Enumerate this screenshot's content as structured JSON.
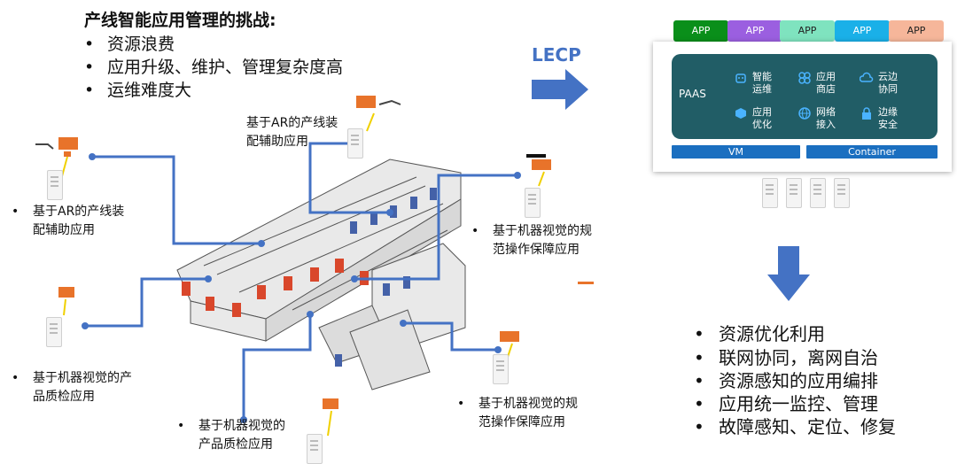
{
  "left": {
    "title": "产线智能应用管理的挑战:",
    "bullets": [
      "资源浪费",
      "应用升级、维护、管理复杂度高",
      "运维难度大"
    ]
  },
  "annotations": {
    "ar_top": [
      "基于AR的产线装",
      "配辅助应用"
    ],
    "ar_left": [
      "基于AR的产线装",
      "配辅助应用"
    ],
    "mv_spec_right": [
      "基于机器视觉的规",
      "范操作保障应用"
    ],
    "mv_quality_left": [
      "基于机器视觉的产",
      "品质检应用"
    ],
    "mv_quality_bottom": [
      "基于机器视觉的",
      "产品质检应用"
    ],
    "mv_spec_bottom": [
      "基于机器视觉的规",
      "范操作保障应用"
    ]
  },
  "lecp_label": "LECP",
  "apps": [
    {
      "label": "APP",
      "color": "#0a8f1a"
    },
    {
      "label": "APP",
      "color": "#9b5fe0"
    },
    {
      "label": "APP",
      "color": "#7fe3bf"
    },
    {
      "label": "APP",
      "color": "#1ab0e8"
    },
    {
      "label": "APP",
      "color": "#f6b69a"
    }
  ],
  "platform": {
    "paas_label": "PAAS",
    "modules": [
      {
        "lines": [
          "智能",
          "运维"
        ],
        "icon": "robot-icon"
      },
      {
        "lines": [
          "应用",
          "商店"
        ],
        "icon": "app-store-icon"
      },
      {
        "lines": [
          "云边",
          "协同"
        ],
        "icon": "cloud-icon"
      },
      {
        "lines": [
          "应用",
          "优化"
        ],
        "icon": "cube-icon"
      },
      {
        "lines": [
          "网络",
          "接入"
        ],
        "icon": "globe-icon"
      },
      {
        "lines": [
          "边缘",
          "安全"
        ],
        "icon": "lock-icon"
      }
    ],
    "vm_label": "VM",
    "container_label": "Container"
  },
  "benefits": [
    "资源优化利用",
    "联网协同，离网自治",
    "资源感知的应用编排",
    "应用统一监控、管理",
    "故障感知、定位、修复"
  ],
  "colors": {
    "accent_blue": "#4472c4",
    "paas_teal": "#215d66",
    "bar_blue": "#1b6fc0",
    "device_orange": "#e8732a"
  }
}
